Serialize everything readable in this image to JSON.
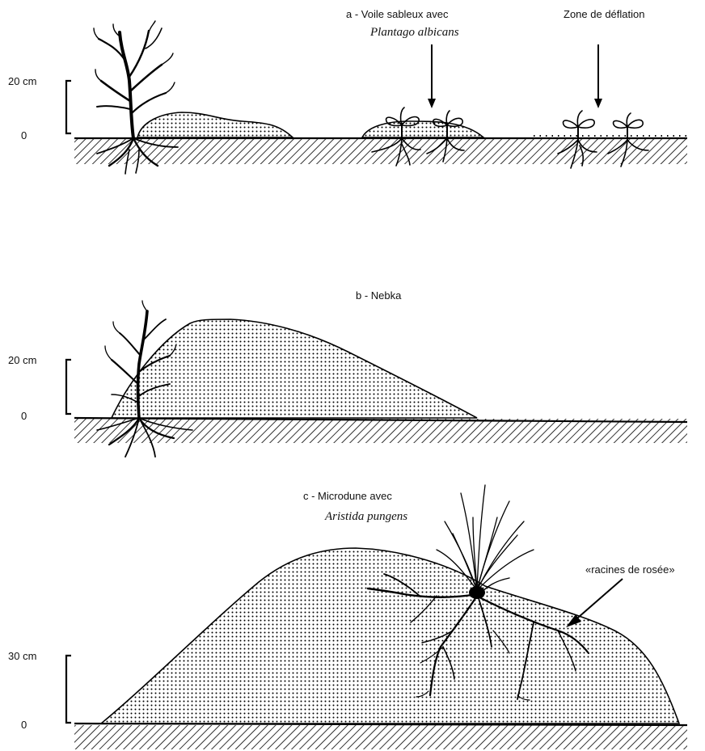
{
  "panels": {
    "a": {
      "title_line1": "a - Voile sableux avec",
      "title_species": "Plantago albicans",
      "deflation_label": "Zone de déflation",
      "scale_top": "20 cm",
      "scale_zero": "0"
    },
    "b": {
      "title": "b - Nebka",
      "scale_top": "20 cm",
      "scale_zero": "0"
    },
    "c": {
      "title_line1": "c - Microdune avec",
      "title_species": "Aristida pungens",
      "roots_label": "«racines de rosée»",
      "scale_top": "30 cm",
      "scale_zero": "0"
    }
  },
  "colors": {
    "ink": "#000000",
    "background": "#ffffff"
  }
}
